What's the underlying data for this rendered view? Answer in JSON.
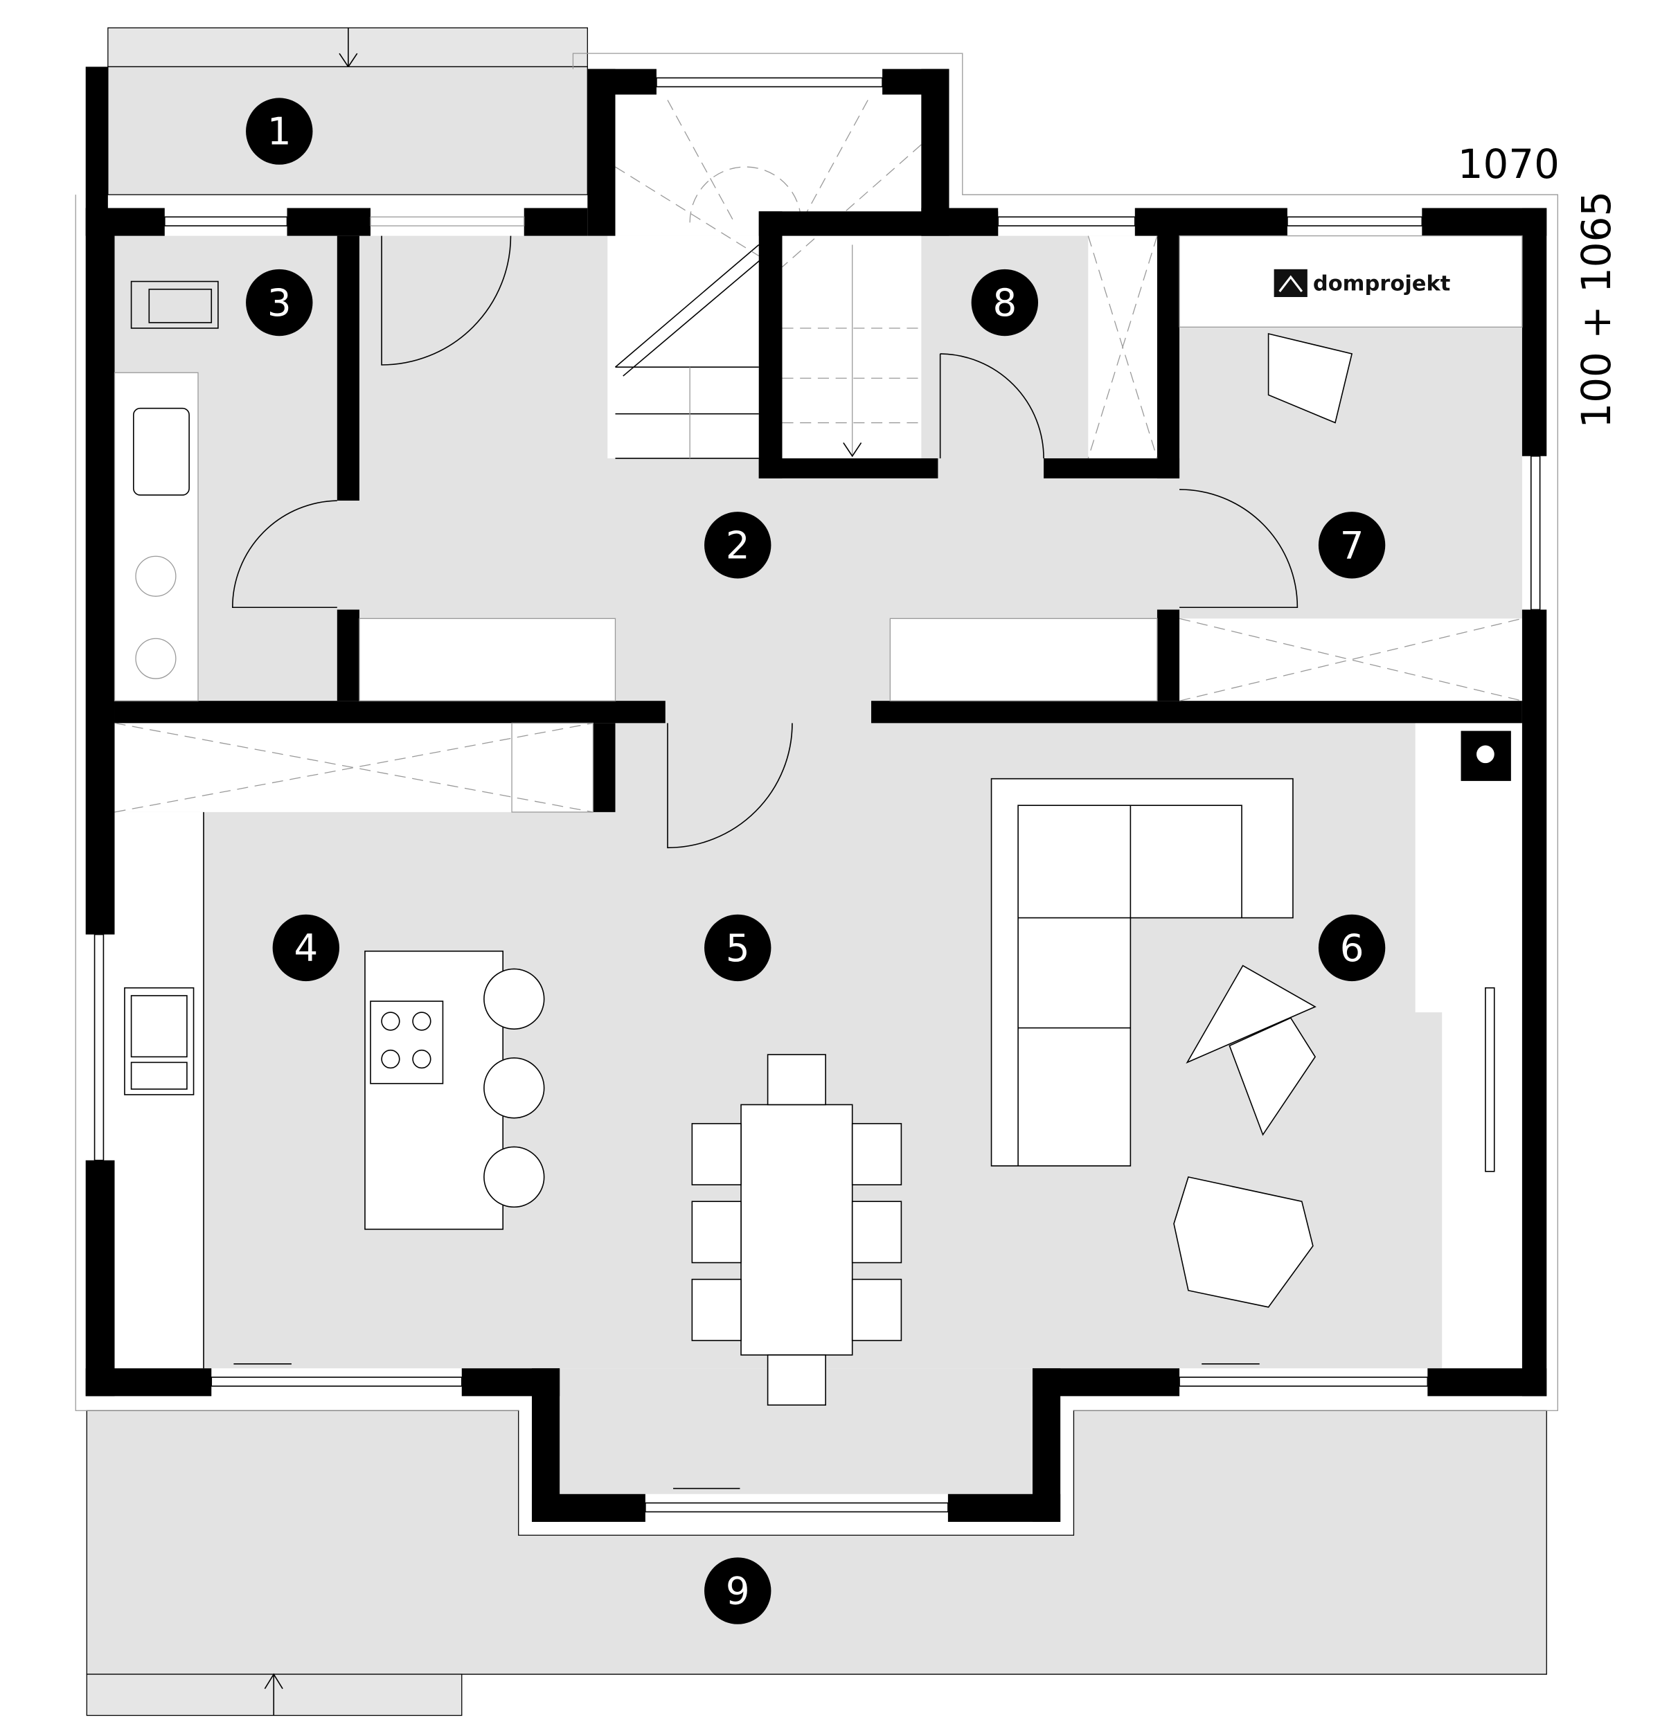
{
  "dimensions": {
    "width_label": "1070",
    "height_label": "100 + 1065"
  },
  "brand": {
    "name": "domprojekt"
  },
  "rooms": [
    {
      "id": "1",
      "label": "1"
    },
    {
      "id": "2",
      "label": "2"
    },
    {
      "id": "3",
      "label": "3"
    },
    {
      "id": "4",
      "label": "4"
    },
    {
      "id": "5",
      "label": "5"
    },
    {
      "id": "6",
      "label": "6"
    },
    {
      "id": "7",
      "label": "7"
    },
    {
      "id": "8",
      "label": "8"
    },
    {
      "id": "9",
      "label": "9"
    }
  ],
  "colors": {
    "wall": "#000000",
    "floor": "#e3e3e3",
    "outside": "#e6e6e6"
  }
}
